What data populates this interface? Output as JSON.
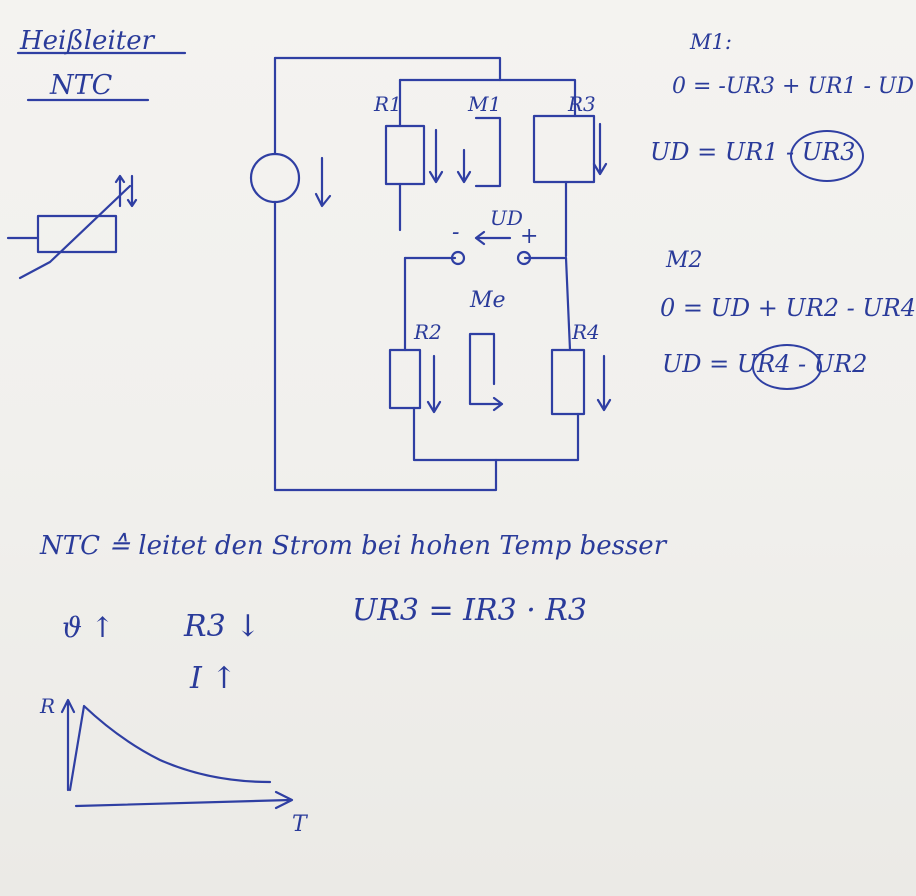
{
  "header": {
    "title": "Heißleiter",
    "subtitle": "NTC"
  },
  "circuit": {
    "label_r1": "R1",
    "label_m1": "M1",
    "label_r3": "R3",
    "label_ud": "UD",
    "sign_minus": "-",
    "sign_plus": "+",
    "label_me": "Me",
    "label_r2": "R2",
    "label_r4": "R4"
  },
  "equations": {
    "m1_heading": "M1:",
    "m1_eq": "0 = -UR3 + UR1 - UD",
    "m1_result": "UD = UR1 - UR3",
    "m2_heading": "M2",
    "m2_eq": "0 = UD + UR2 - UR4",
    "m2_result": "UD = UR4 - UR2"
  },
  "notes": {
    "ntc_statement": "NTC ≙ leitet den Strom bei hohen Temp besser",
    "temp_up": "ϑ ↑",
    "r3_down": "R3 ↓",
    "i_up": "I ↑",
    "ohm_law": "UR3 = IR3 · R3"
  },
  "graph": {
    "y_axis": "R",
    "x_axis": "T"
  },
  "colors": {
    "ink": "#2a3b9a",
    "paper": "#f2f1ee"
  }
}
